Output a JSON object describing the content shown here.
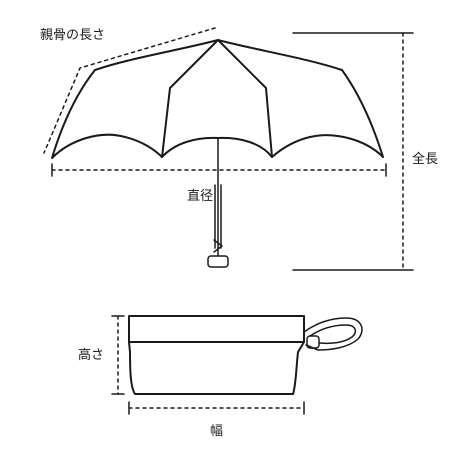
{
  "labels": {
    "rib_length": "親骨の長さ",
    "diameter": "直径",
    "total_length": "全長",
    "height": "高さ",
    "width": "幅"
  },
  "colors": {
    "line": "#1a1a1a",
    "background": "#ffffff"
  }
}
